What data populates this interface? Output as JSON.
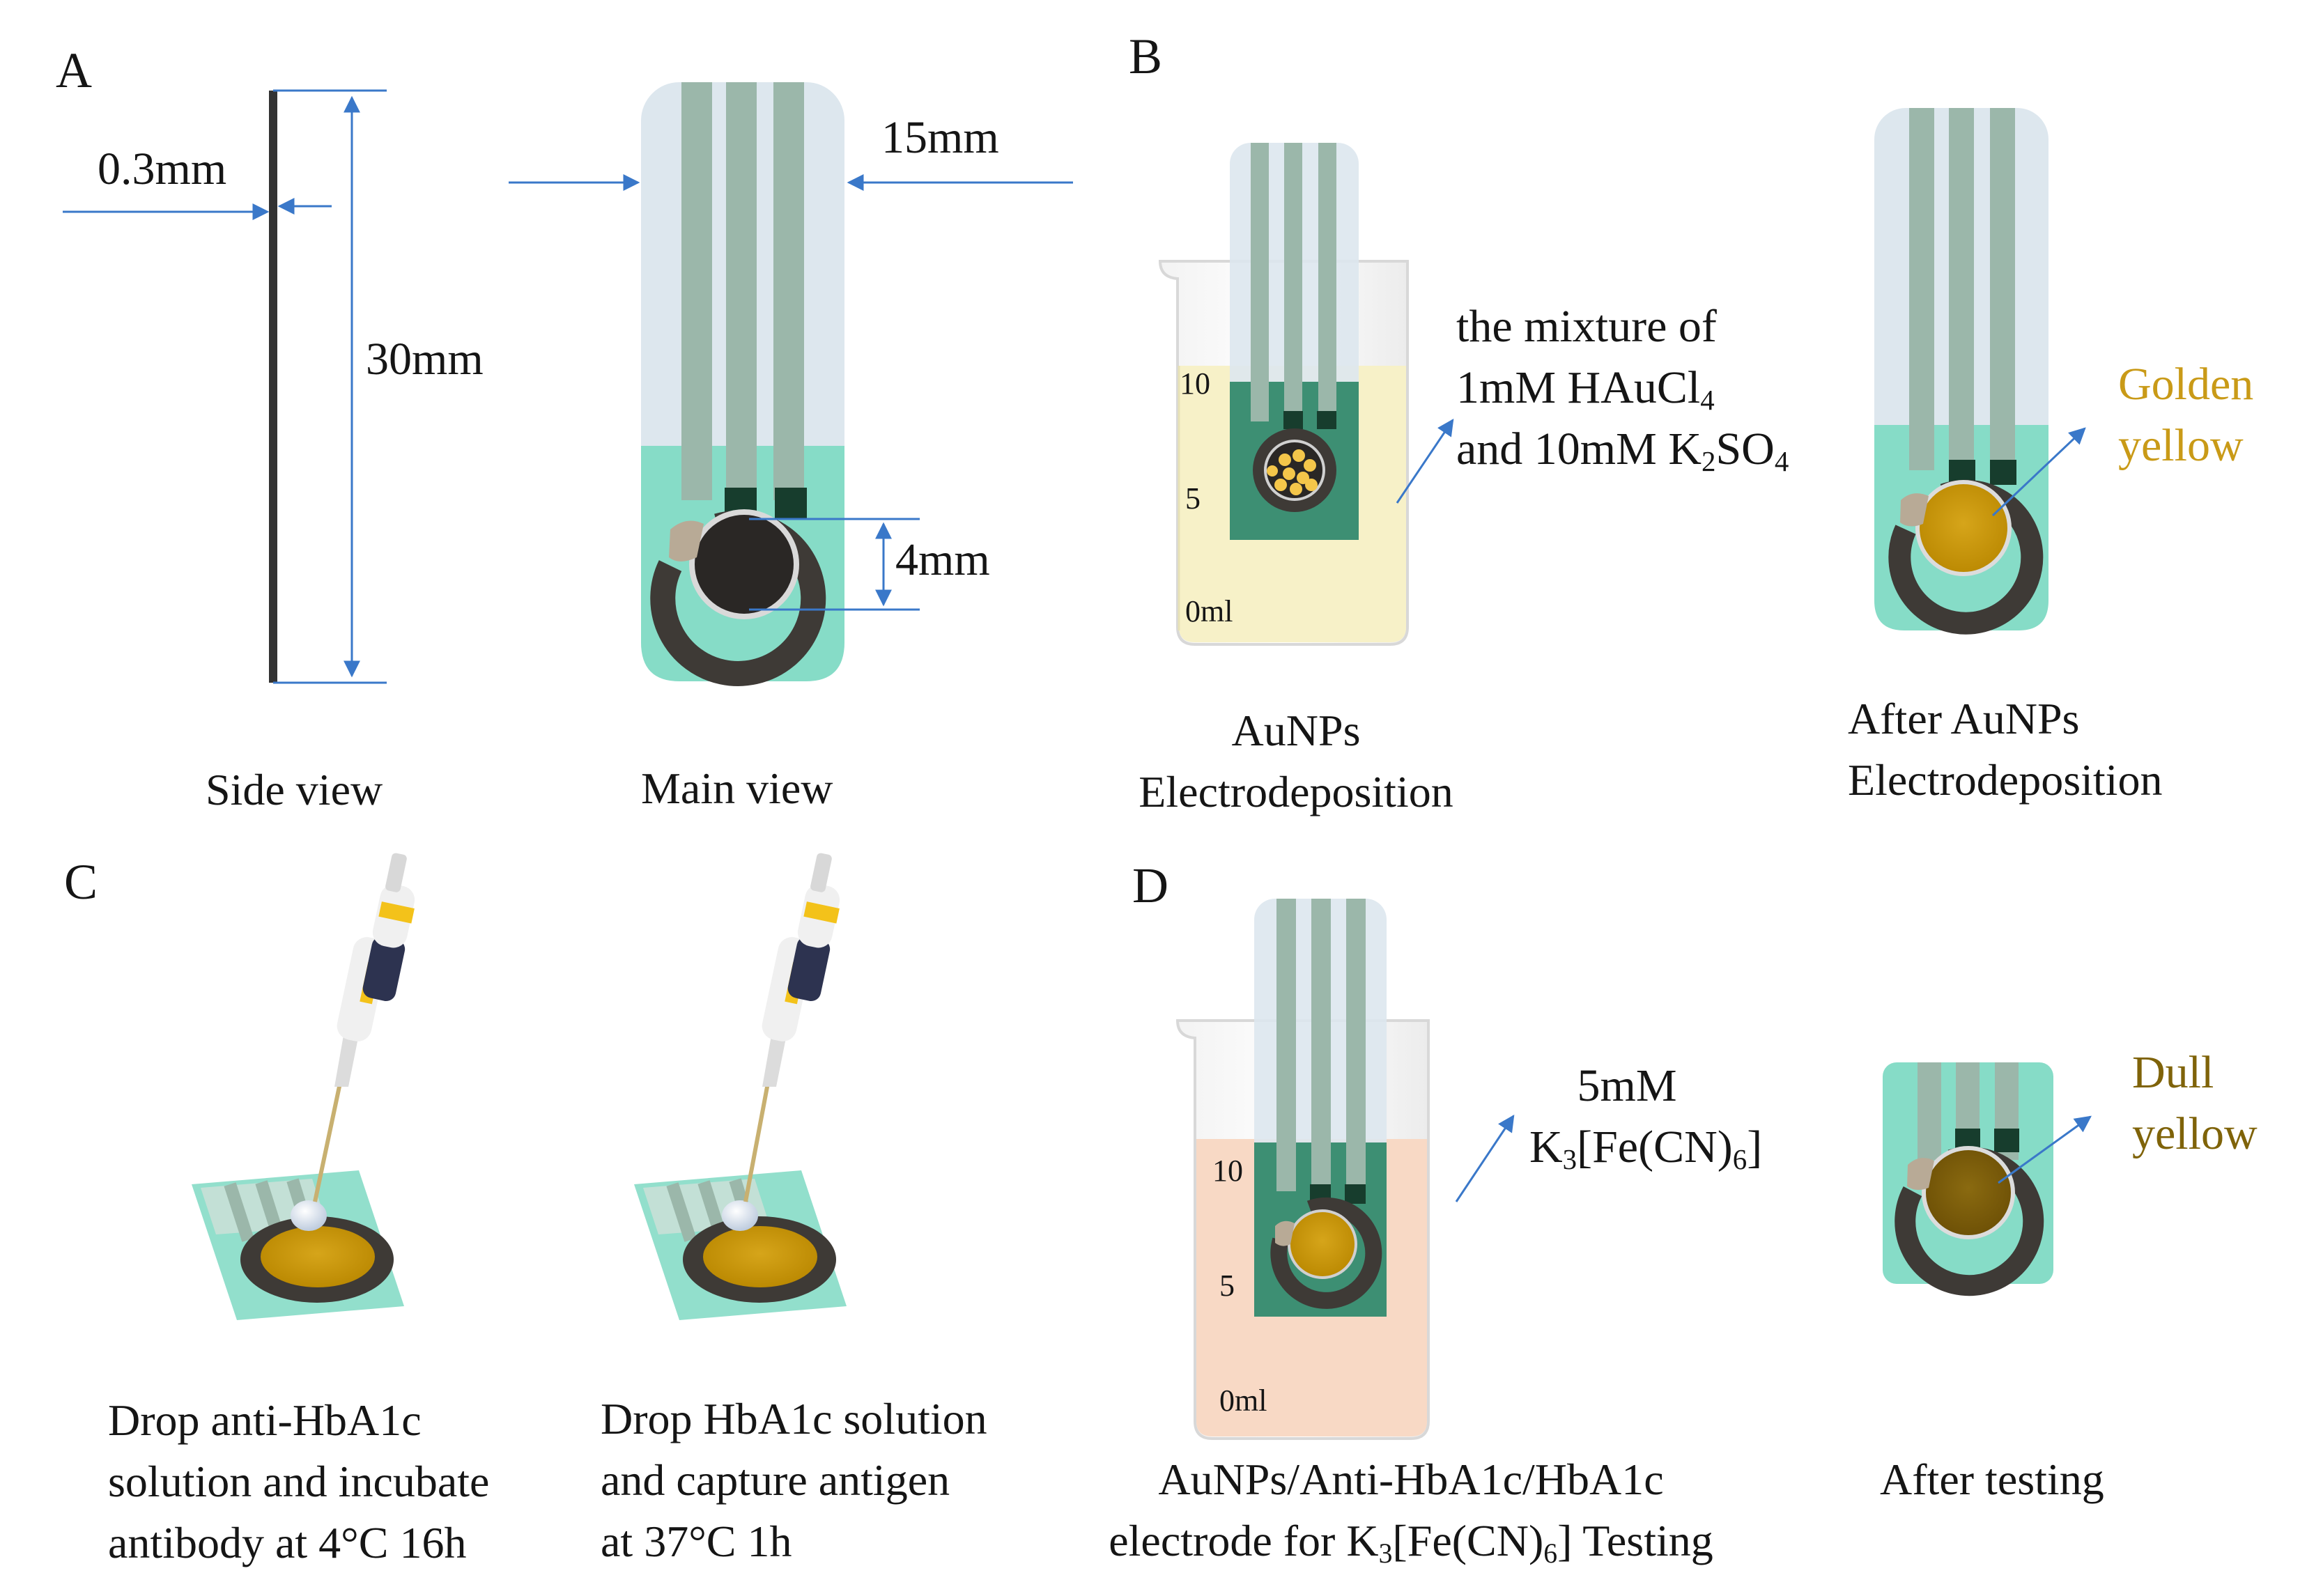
{
  "panels": {
    "a": "A",
    "b": "B",
    "c": "C",
    "d": "D"
  },
  "dimensions": {
    "thickness": "0.3mm",
    "length": "30mm",
    "width": "15mm",
    "diameter": "4mm"
  },
  "views": {
    "side": "Side view",
    "main": "Main view"
  },
  "beaker_ticks": {
    "top": "10",
    "mid": "5",
    "bottom": "0ml"
  },
  "panel_b": {
    "solution_line1": "the mixture of",
    "solution_line2_a": "1mM HAuCl",
    "solution_line2_sub": "4",
    "solution_line3_a": "and 10mM K",
    "solution_line3_sub1": "2",
    "solution_line3_b": "SO",
    "solution_line3_sub2": "4",
    "caption_left_line1": "AuNPs",
    "caption_left_line2": "Electrodeposition",
    "color_word1": "Golden",
    "color_word2": "yellow",
    "caption_right_line1": "After AuNPs",
    "caption_right_line2": "Electrodeposition"
  },
  "panel_c": {
    "caption1_line1": "Drop anti-HbA1c",
    "caption1_line2": "solution and incubate",
    "caption1_line3": "antibody at 4°C  16h",
    "caption2_line1": "Drop HbA1c solution",
    "caption2_line2": "and capture antigen",
    "caption2_line3": "at 37°C  1h"
  },
  "panel_d": {
    "solution_line1": "5mM",
    "solution_line2_a": "K",
    "solution_line2_sub1": "3",
    "solution_line2_b": "[Fe(CN)",
    "solution_line2_sub2": "6",
    "solution_line2_c": "]",
    "color_word1": "Dull",
    "color_word2": "yellow",
    "caption_left_line1": "AuNPs/Anti-HbA1c/HbA1c",
    "caption_left_line2_a": "electrode for K",
    "caption_left_line2_sub1": "3",
    "caption_left_line2_b": "[Fe(CN)",
    "caption_left_line2_sub2": "6",
    "caption_left_line2_c": "] Testing",
    "caption_right": "After testing"
  },
  "colors": {
    "arrow": "#3a78c9",
    "strip_upper": "#dde7ee",
    "strip_lower": "#86dcc7",
    "trace": "#9bb7aa",
    "golden": "#c49000",
    "dull": "#7a5a08",
    "gold_solution": "#f7f1c8",
    "pink_solution": "#f8d9c5"
  }
}
